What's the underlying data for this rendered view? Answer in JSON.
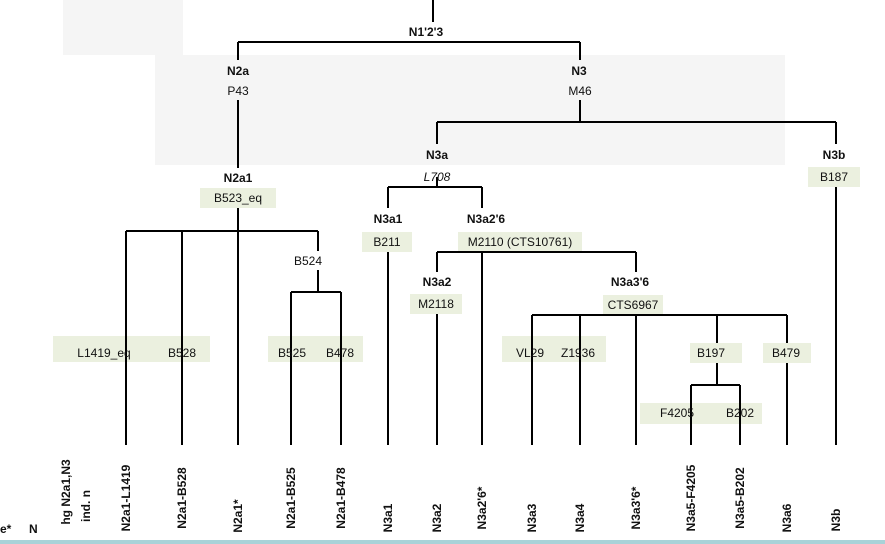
{
  "nodes": {
    "n1_2_3": "N1'2'3",
    "n2a": "N2a",
    "p43": "P43",
    "n3": "N3",
    "m46": "M46",
    "n2a1": "N2a1",
    "b523": "B523_eq",
    "n3a": "N3a",
    "l708": "L708",
    "n3b": "N3b",
    "b187": "B187",
    "b524": "B524",
    "n3a1": "N3a1",
    "b211": "B211",
    "n3a2_6": "N3a2'6",
    "m2110": "M2110 (CTS10761)",
    "n3a2": "N3a2",
    "m2118": "M2118",
    "n3a3_6": "N3a3'6",
    "cts6967": "CTS6967",
    "l1419": "L1419_eq",
    "b528": "B528",
    "b525": "B525",
    "b478": "B478",
    "vl29": "VL29",
    "z1936": "Z1936",
    "b197": "B197",
    "b479": "B479",
    "f4205": "F4205",
    "b202": "B202"
  },
  "leaves": [
    "N2a1-L1419",
    "N2a1-B528",
    "N2a1*",
    "N2a1-B525",
    "N2a1-B478",
    "N3a1",
    "N3a2",
    "N3a2'6*",
    "N3a3",
    "N3a4",
    "N3a3'6*",
    "N3a5-F4205",
    "N3a5-B202",
    "N3a6",
    "N3b"
  ],
  "header_labels": {
    "hg": "hg N2a1,N3",
    "ind": "ind. n"
  },
  "footer": {
    "left": "e*",
    "n": "N"
  },
  "colors": {
    "line": "#000000",
    "box": "#ebf0df",
    "band": "#f5f5f5",
    "bottom_rule": "#a9d2d8"
  }
}
